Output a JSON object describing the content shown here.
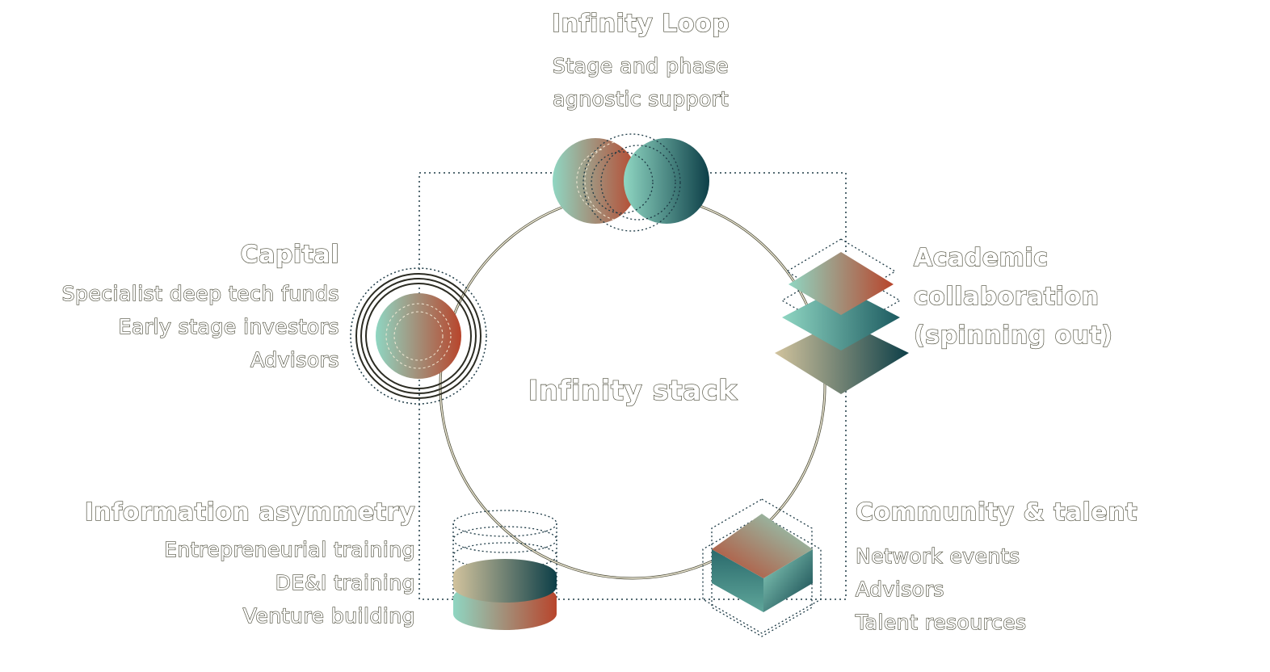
{
  "center_label": "Infinity stack",
  "nodes": {
    "infinity_loop": {
      "title": "Infinity Loop",
      "lines": [
        "Stage and phase",
        "agnostic support"
      ]
    },
    "capital": {
      "title": "Capital",
      "lines": [
        "Specialist deep tech funds",
        "Early stage investors",
        "Advisors"
      ]
    },
    "academic": {
      "title_lines": [
        "Academic",
        "collaboration",
        "(spinning out)"
      ]
    },
    "information": {
      "title": "Information asymmetry",
      "lines": [
        "Entrepreneurial training",
        "DE&I training",
        "Venture building"
      ]
    },
    "community": {
      "title": "Community & talent",
      "lines": [
        "Network events",
        "Advisors",
        "Talent resources"
      ]
    }
  },
  "colors": {
    "teal_light": "#8fd6c2",
    "teal_dark": "#0d3f48",
    "rust": "#b8452c",
    "sand": "#cfc09a",
    "outline": "#4a4a38",
    "dotted": "#1d3a45"
  }
}
